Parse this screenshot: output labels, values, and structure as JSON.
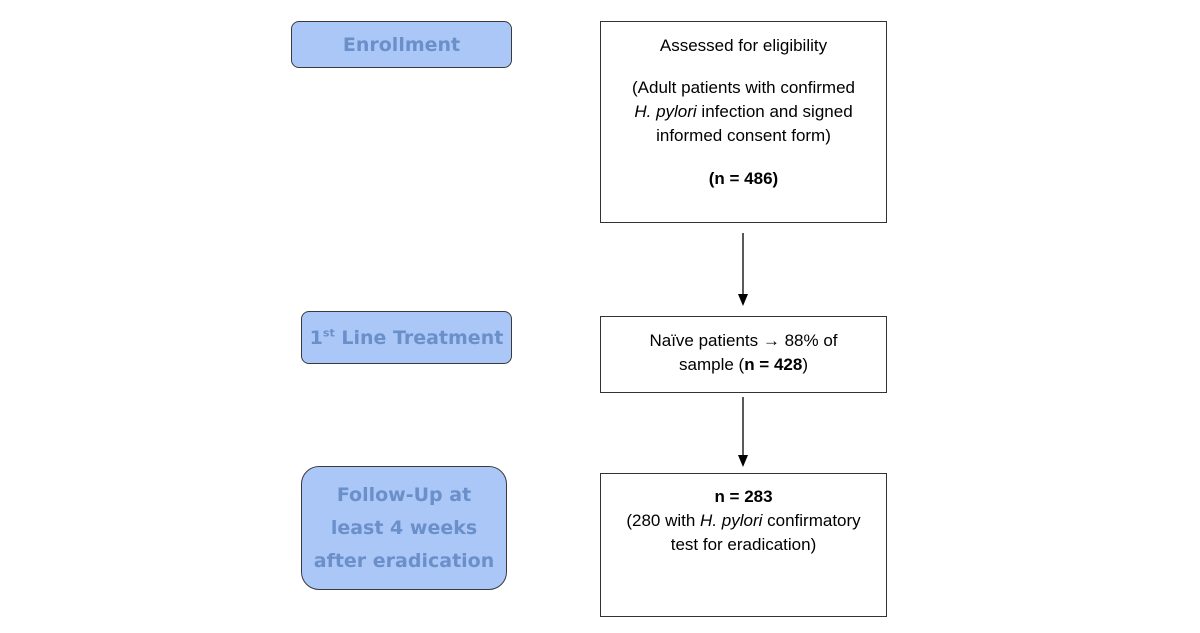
{
  "stages": {
    "enrollment": "Enrollment",
    "treatment_ordinal": "1",
    "treatment_suffix": "st",
    "treatment_rest": " Line Treatment",
    "followup_line1": "Follow-Up at",
    "followup_line2": "least 4 weeks",
    "followup_line3": "after eradication"
  },
  "boxes": {
    "eligibility": {
      "title": "Assessed for eligibility",
      "desc_line1": "(Adult patients with confirmed",
      "desc_pathogen": "H. pylori",
      "desc_line2_rest": " infection and signed",
      "desc_line3": "informed consent form)",
      "count": "(n = 486)"
    },
    "naive": {
      "line1": "Naïve patients → 88% of",
      "line2_pre": "sample (",
      "count": "n = 428",
      "line2_post": ")"
    },
    "followup": {
      "count": "n = 283",
      "line1_pre": "(280 with ",
      "pathogen": "H. pylori",
      "line1_post": " confirmatory",
      "line2": "test for eradication)"
    }
  },
  "colors": {
    "stage_fill": "#aac7f7",
    "stage_text": "#6b8fc9"
  }
}
